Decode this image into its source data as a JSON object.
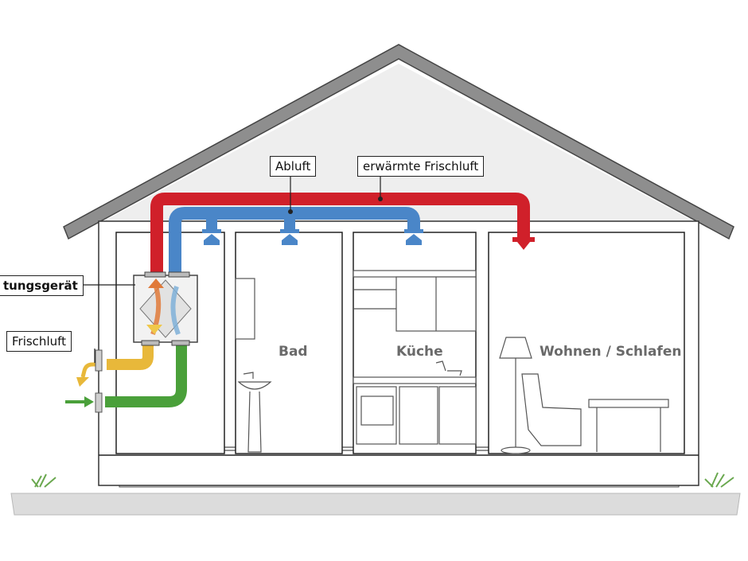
{
  "labels": {
    "abluft": "Abluft",
    "erwaermte_frischluft": "erwärmte Frischluft",
    "geraet": "tungsgerät",
    "frischluft": "Frischluft"
  },
  "rooms": {
    "bad": "Bad",
    "kueche": "Küche",
    "wohnen": "Wohnen / Schlafen"
  },
  "colors": {
    "supply_duct": "#d0202a",
    "extract_duct": "#4a86c8",
    "exhaust_duct": "#e8b83a",
    "intake_duct": "#4aa03a",
    "roof": "#8c8c8c",
    "wall": "#ffffff",
    "room_outline": "#222222"
  }
}
